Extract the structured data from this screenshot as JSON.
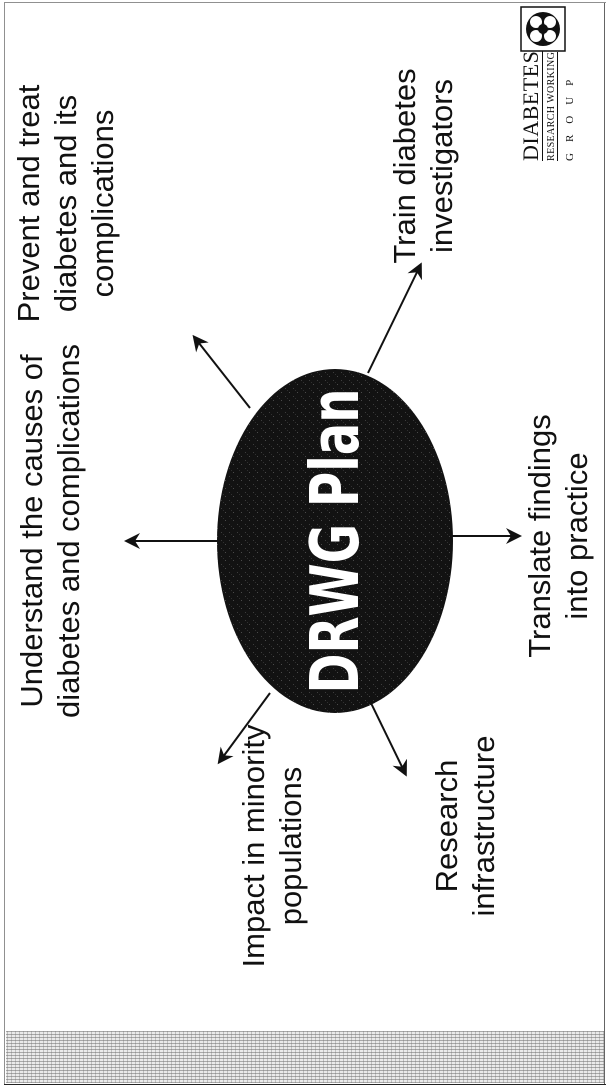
{
  "slide": {
    "center_label": "DRWG Plan",
    "nodes": {
      "top": "Understand the causes of\ndiabetes and complications",
      "top_right": "Prevent and treat\ndiabetes and its\ncomplications",
      "right": "Train diabetes\ninvestigators",
      "bottom": "Translate findings\ninto practice",
      "bottom_left": "Research\ninfrastructure",
      "left": "Impact in minority\npopulations"
    },
    "logo": {
      "main": "DIABETES",
      "sub": "RESEARCH WORKING",
      "group": "GROUP"
    },
    "colors": {
      "ink": "#111111",
      "circle_fill": "#121212",
      "circle_text": "#ffffff",
      "background": "#ffffff"
    }
  }
}
